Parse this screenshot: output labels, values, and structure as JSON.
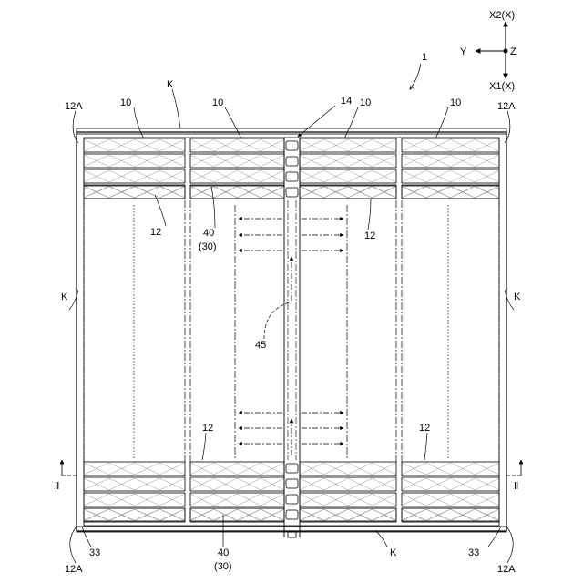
{
  "axes": {
    "x2": "X2(X)",
    "y": "Y",
    "z": "Z",
    "x1": "X1(X)"
  },
  "labels": {
    "ref_1": "1",
    "k_top": "K",
    "k_left": "K",
    "k_right": "K",
    "k_bottom": "K",
    "ref_10_a": "10",
    "ref_10_b": "10",
    "ref_10_c": "10",
    "ref_10_d": "10",
    "ref_12a_tl": "12A",
    "ref_12a_tr": "12A",
    "ref_12a_bl": "12A",
    "ref_12a_br": "12A",
    "ref_14": "14",
    "ref_12_tl": "12",
    "ref_12_tr": "12",
    "ref_12_bl": "12",
    "ref_12_br": "12",
    "ref_40_top": "40",
    "ref_30_top": "(30)",
    "ref_40_bottom": "40",
    "ref_30_bottom": "(30)",
    "ref_45": "45",
    "ref_33_left": "33",
    "ref_33_right": "33",
    "section_left": "Ⅱ",
    "section_right": "Ⅱ"
  }
}
